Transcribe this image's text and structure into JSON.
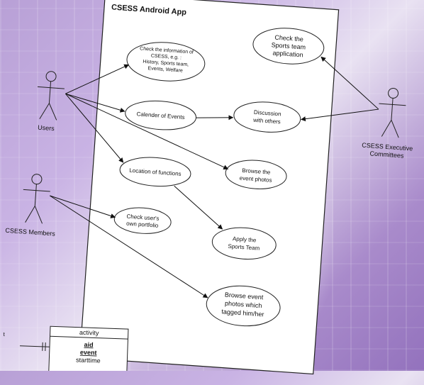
{
  "diagram": {
    "title": "CSESS Android App",
    "actors": {
      "users": "Users",
      "members": "CSESS Members",
      "executive_line1": "CSESS Executive",
      "executive_line2": "Committees"
    },
    "use_cases": {
      "check_info": [
        "Check the information of",
        "CSESS, e.g. :",
        "History, Sports team,",
        "Events, Welfare"
      ],
      "calender": [
        "Calender of Events"
      ],
      "location": [
        "Location of functions"
      ],
      "portfolio": [
        "Check user's",
        "own portfolio"
      ],
      "sports_app": [
        "Check the",
        "Sports team",
        "application"
      ],
      "discussion": [
        "Discussion",
        "with others"
      ],
      "browse_photos": [
        "Browse the",
        "event photos"
      ],
      "apply": [
        "Apply the",
        "Sports Team"
      ],
      "browse_tagged": [
        "Browse event",
        "photos which",
        "tagged him/her"
      ]
    }
  },
  "erd": {
    "entity_name": "activity",
    "fields": [
      "aid",
      "event",
      "starttime"
    ],
    "side_label": "t"
  }
}
